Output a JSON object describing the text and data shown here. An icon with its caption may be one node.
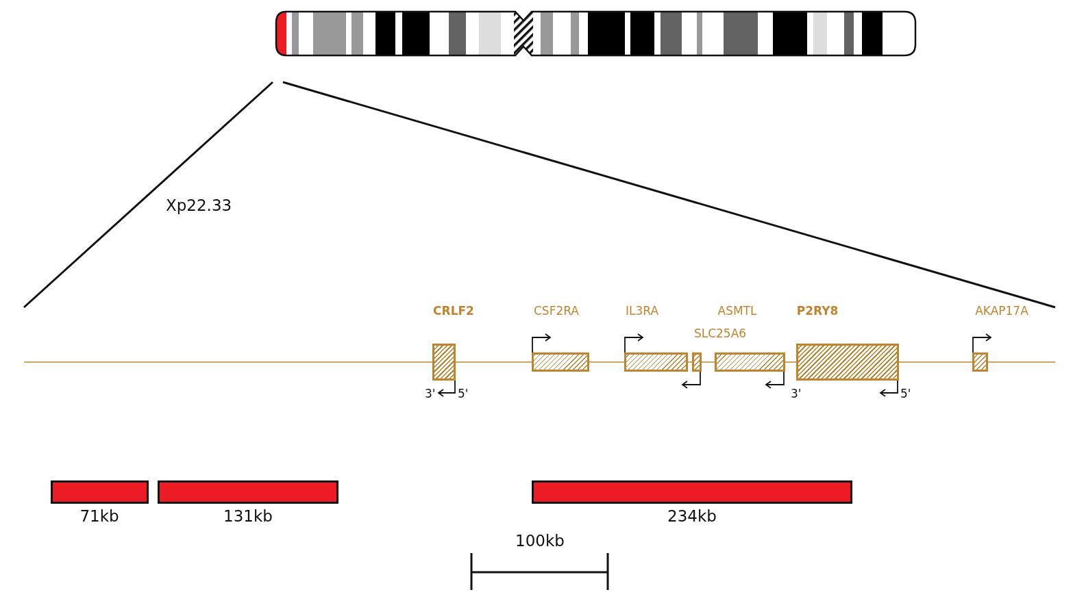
{
  "diagram": {
    "nodes": [
      {
        "text": [
          "CRLF2"
        ],
        "beside": [
          "3'",
          "5'"
        ]
      },
      {
        "text": [
          "CSF2RA"
        ]
      },
      {
        "text": [
          "IL3RA"
        ]
      },
      {
        "text": [
          "SLC25A6"
        ]
      },
      {
        "text": [
          "ASMTL"
        ]
      },
      {
        "text": [
          "P2RY8"
        ],
        "beside": [
          "3'",
          "5'"
        ]
      },
      {
        "text": [
          "AKAP17A"
        ]
      },
      {
        "text": [
          "71kb"
        ]
      },
      {
        "text": [
          "131kb"
        ]
      },
      {
        "text": [
          "234kb"
        ]
      }
    ],
    "edges": [],
    "labels": [
      "Xp22.33",
      "100kb"
    ]
  }
}
